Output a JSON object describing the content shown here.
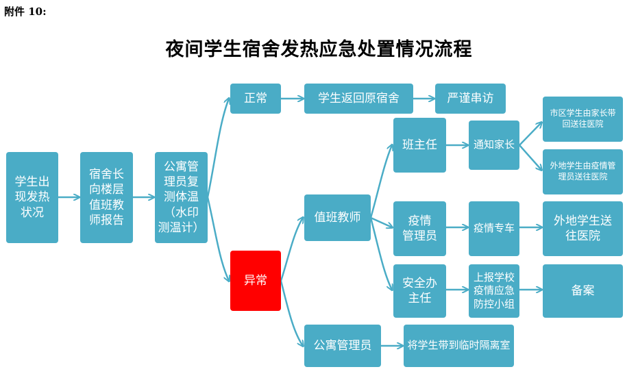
{
  "header": {
    "attachment": "附件 10:"
  },
  "title": "夜间学生宿舍发热应急处置情况流程",
  "nodes": {
    "student_fever": "学生出\n现发热\n状况",
    "dorm_head": "宿舍长\n向楼层\n值班教\n师报告",
    "manager_retest": "公寓管\n理员复\n测体温\n（水印\n测温计）",
    "normal": "正常",
    "return_dorm": "学生返回原宿舍",
    "no_visit": "严谨串访",
    "abnormal": "异常",
    "duty_teacher": "值班教师",
    "head_teacher": "班主任",
    "notify_parents": "通知家长",
    "urban_students": "市区学生由家长带\n回送往医院",
    "outside_students": "外地学生由疫情管\n理员送往医院",
    "epidemic_manager": "疫情\n管理员",
    "epidemic_car": "疫情专车",
    "outside_to_hospital": "外地学生送\n往医院",
    "safety_director": "安全办\n主任",
    "report_school": "上报学校\n疫情应急\n防控小组",
    "file_record": "备案",
    "dorm_manager": "公寓管理员",
    "isolation_room": "将学生带到临时隔离室"
  },
  "colors": {
    "node": "#4aacc6",
    "alert": "#ff0000",
    "text": "#ffffff"
  }
}
